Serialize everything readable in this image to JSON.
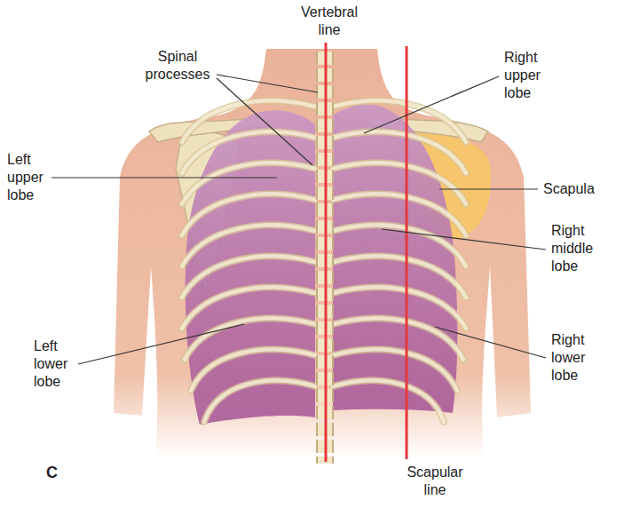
{
  "diagram": {
    "labels": [
      "Vertebral line",
      "Spinal processes",
      "Right upper lobe",
      "Left upper lobe",
      "Scapula",
      "Right middle lobe",
      "Left lower lobe",
      "Right lower lobe",
      "C",
      "Scapular line"
    ]
  }
}
